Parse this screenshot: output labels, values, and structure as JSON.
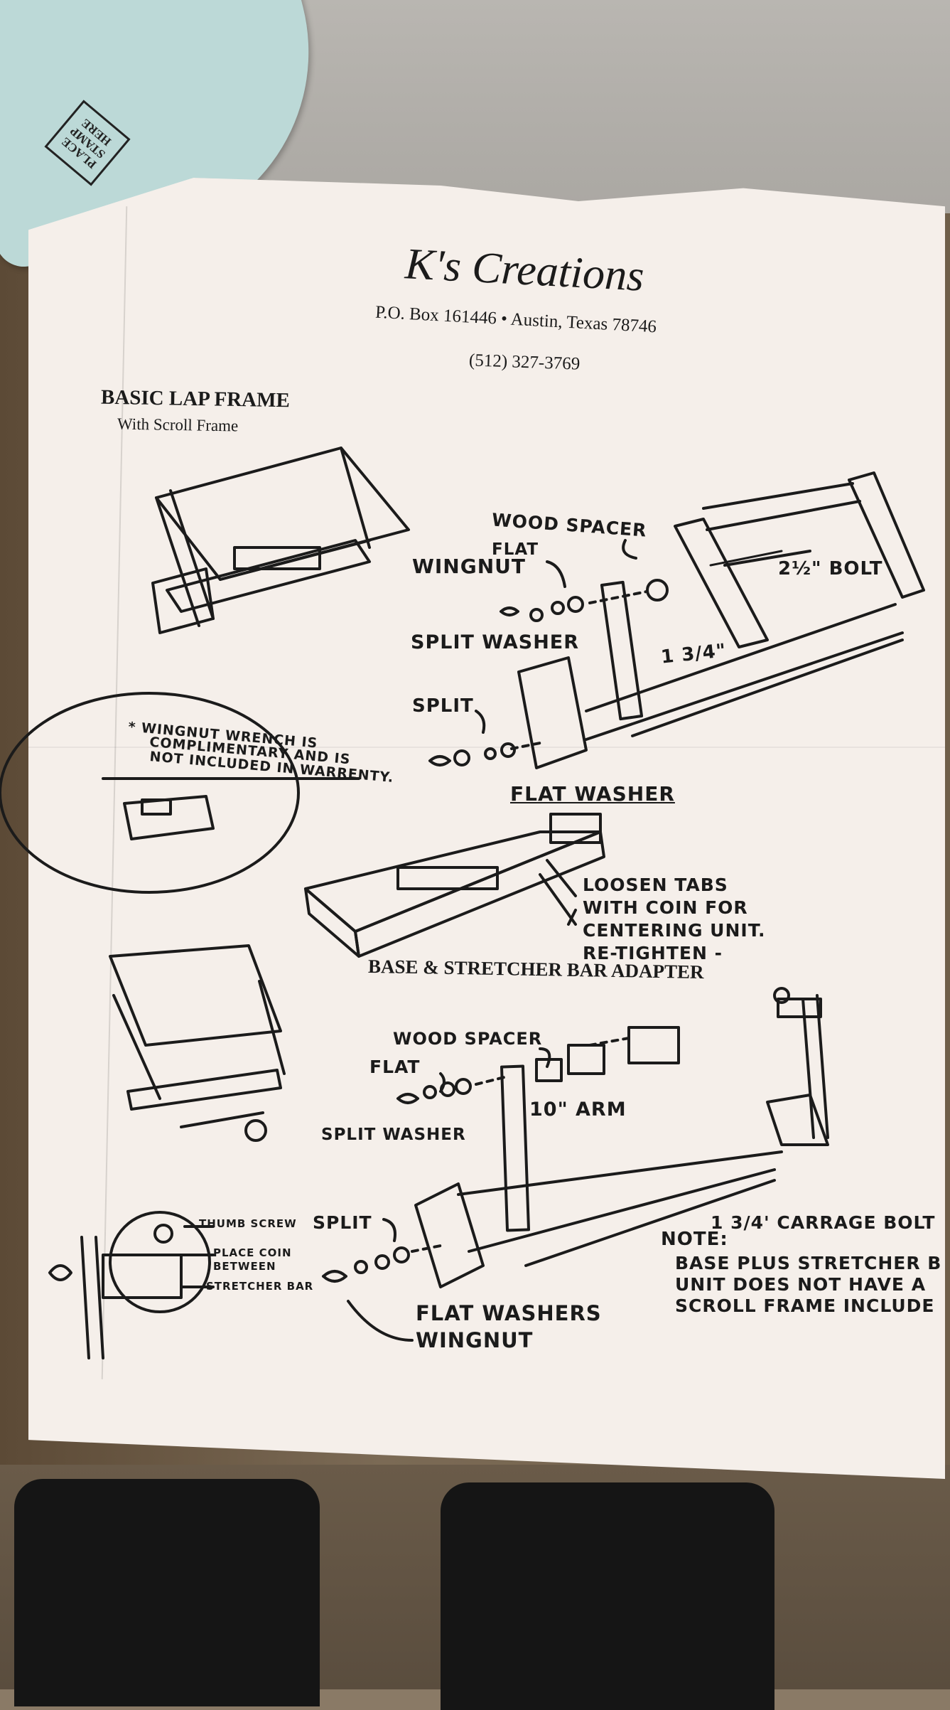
{
  "envelope": {
    "stamp_lines": [
      "PLACE",
      "STAMP",
      "HERE"
    ]
  },
  "header": {
    "company": "K's Creations",
    "address": "P.O. Box 161446 • Austin, Texas 78746",
    "phone": "(512) 327-3769"
  },
  "section1": {
    "title": "BASIC LAP FRAME",
    "subtitle": "With Scroll Frame"
  },
  "callouts_top": {
    "wood_spacer": "WOOD SPACER",
    "flat": "FLAT",
    "wingnut": "WINGNUT",
    "bolt": "2½\" BOLT",
    "split_washer": "SPLIT WASHER",
    "measure": "1 3/4\"",
    "split": "SPLIT",
    "flat_washer": "FLAT WASHER"
  },
  "wrench_note": {
    "line1": "* WINGNUT WRENCH IS",
    "line2": "COMPLIMENTARY AND IS",
    "line3": "NOT INCLUDED IN WARRENTY."
  },
  "loosen_note": {
    "lines": [
      "LOOSEN TABS",
      "WITH COIN FOR",
      "CENTERING UNIT.",
      "RE-TIGHTEN -"
    ]
  },
  "section2": {
    "title": "BASE & STRETCHER BAR ADAPTER"
  },
  "callouts_bottom": {
    "wood_spacer": "WOOD SPACER",
    "flat": "FLAT",
    "split_washer": "SPLIT WASHER",
    "arm": "10\" ARM",
    "thumb_screw": "THUMB SCREW",
    "place_coin": "PLACE COIN",
    "between": "BETWEEN",
    "stretcher_bar": "STRETCHER BAR",
    "split": "SPLIT",
    "carriage_bolt": "1 3/4' CARRAGE BOLT",
    "flat_washers": "FLAT WASHERS",
    "wingnut": "WINGNUT"
  },
  "note": {
    "heading": "NOTE:",
    "line1": "BASE PLUS STRETCHER B",
    "line2": "UNIT DOES NOT HAVE A",
    "line3": "SCROLL FRAME INCLUDE"
  },
  "colors": {
    "paper": "#f5efea",
    "ink": "#1b1b1b",
    "envelope": "#bcd9d7"
  }
}
